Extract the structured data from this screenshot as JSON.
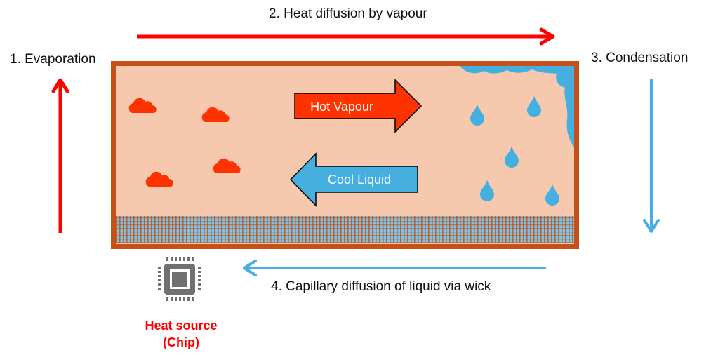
{
  "title": "Heat pipe working principle",
  "labels": {
    "step1": "1. Evaporation",
    "step2": "2. Heat diffusion by vapour",
    "step3": "3. Condensation",
    "step4": "4. Capillary diffusion of liquid via wick"
  },
  "arrows": {
    "hot": "Hot Vapour",
    "cool": "Cool Liquid"
  },
  "heat_source": {
    "line1": "Heat source",
    "line2": "(Chip)"
  },
  "colors": {
    "hot_red": "#ff3300",
    "arrow_red": "#ff0000",
    "liquid_blue": "#45b0e0",
    "pipe_wall": "#c55119",
    "vapour_fill": "#f6c8ae",
    "chip_gray": "#707070"
  }
}
